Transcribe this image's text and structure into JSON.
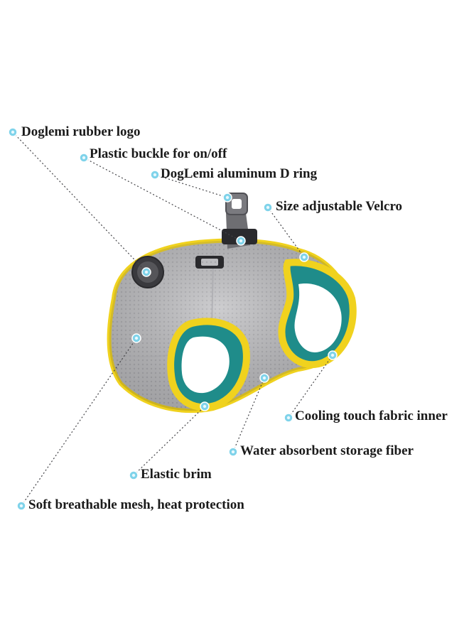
{
  "callouts": [
    {
      "id": "logo",
      "text": "Doglemi rubber logo"
    },
    {
      "id": "buckle",
      "text": "Plastic buckle for on/off"
    },
    {
      "id": "dring",
      "text": "DogLemi aluminum D ring"
    },
    {
      "id": "velcro",
      "text": "Size adjustable Velcro"
    },
    {
      "id": "cooling",
      "text": "Cooling touch fabric inner"
    },
    {
      "id": "water",
      "text": "Water absorbent storage fiber"
    },
    {
      "id": "brim",
      "text": "Elastic brim"
    },
    {
      "id": "mesh",
      "text": "Soft breathable mesh, heat protection"
    }
  ],
  "colors": {
    "mesh": "#b8b8ba",
    "trim": "#f0d21e",
    "inner": "#1f8c8a",
    "marker": "#7fd3ea",
    "text": "#1a1a1a"
  },
  "icons": {
    "marker": "dot-marker-icon"
  }
}
